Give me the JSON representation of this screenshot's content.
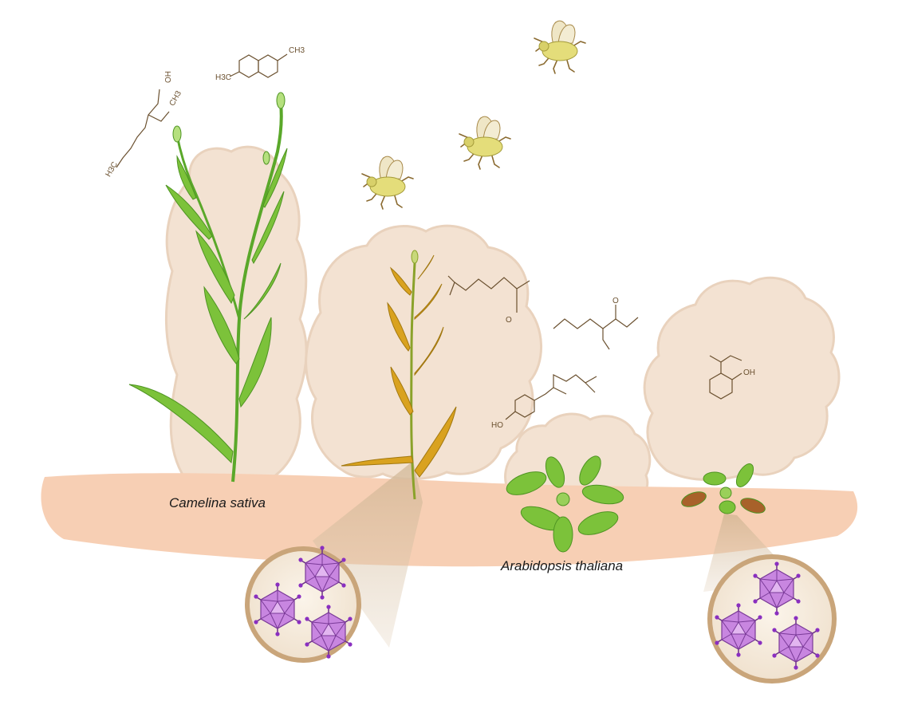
{
  "labels": {
    "camelina": "Camelina sativa",
    "arabidopsis": "Arabidopsis thaliana"
  },
  "chemical_groups": {
    "methyl": "CH3",
    "methyl_left": "H3C",
    "hydroxyl": "OH",
    "hydroxyl_ho": "HO",
    "oxygen": "O"
  },
  "colors": {
    "background": "#ffffff",
    "soil": "#f7cfb4",
    "volatile_cloud": "#f3e2d2",
    "cloud_edge": "#e9d2bd",
    "healthy_plant": "#7cc23a",
    "infected_plant": "#d9a21f",
    "aphid": "#e4dd7a",
    "virus": "#c27ad6",
    "lens_frame": "#c9a57a",
    "chemical_structure": "#6b5130"
  },
  "icons": [
    "aphid-icon",
    "virus-particle-icon",
    "magnifier-lens-icon"
  ]
}
